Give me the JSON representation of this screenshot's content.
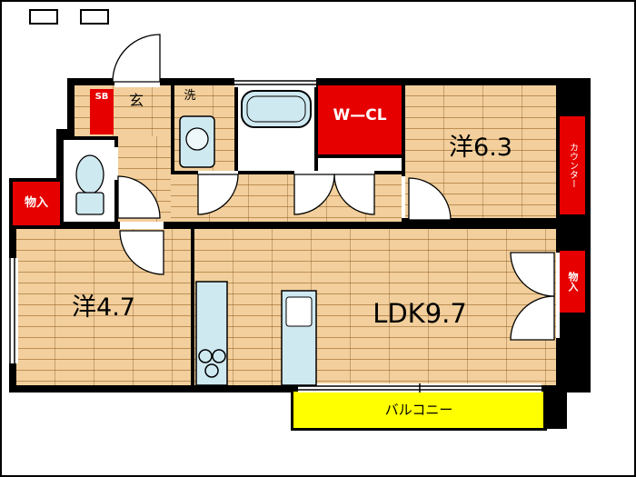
{
  "title": "apartment-floor-plan",
  "colors": {
    "wall": "#000000",
    "floor": "#f2cf9c",
    "floor_line": "#bd8f55",
    "accent": "#e60000",
    "balcony": "#ffff00",
    "fixture": "#cfe9f1"
  },
  "rooms": {
    "shoebox": {
      "label": "SB"
    },
    "entrance": {
      "label": "玄"
    },
    "laundry": {
      "label": "洗"
    },
    "walkin_closet": {
      "label": "W—CL"
    },
    "western_room_1": {
      "label": "洋6.3"
    },
    "counter": {
      "label": "カウンター"
    },
    "storage_left": {
      "label": "物入"
    },
    "storage_right": {
      "label": "物入"
    },
    "western_room_2": {
      "label": "洋4.7"
    },
    "ldk": {
      "label": "LDK9.7"
    },
    "balcony": {
      "label": "バルコニー"
    }
  }
}
